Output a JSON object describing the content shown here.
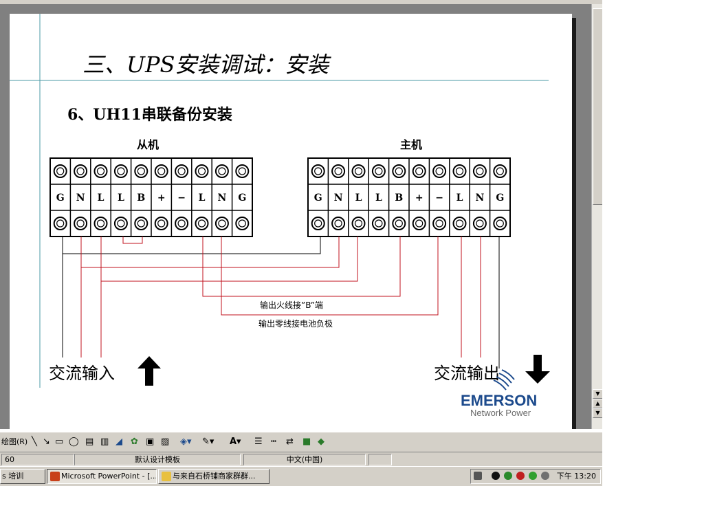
{
  "slide": {
    "title": "三、UPS安装调试：安装",
    "subtitle": "6、UH11串联备份安装",
    "left_unit_label": "从机",
    "right_unit_label": "主机",
    "left_terminals": [
      "G",
      "N",
      "L",
      "L",
      "B",
      "+",
      "−",
      "L",
      "N",
      "G"
    ],
    "right_terminals": [
      "G",
      "N",
      "L",
      "L",
      "B",
      "+",
      "−",
      "L",
      "N",
      "G"
    ],
    "note_fire": "输出火线接”B”端",
    "note_neutral": "输出零线接电池负极",
    "ac_input_label": "交流输入",
    "ac_output_label": "交流输出",
    "brand_name": "EMERSON",
    "brand_sub": "Network Power",
    "colors": {
      "title_line": "#4a9aa5",
      "wire_red": "#c0101c",
      "wire_black": "#000000",
      "brand_blue": "#1c4a8c",
      "brand_gray": "#6a6a6a"
    }
  },
  "drawing_toolbar": {
    "draw_menu": "绘图(R)",
    "tools": [
      "line-icon",
      "arrow-icon",
      "rectangle-icon",
      "oval-icon",
      "textbox-icon",
      "vertical-textbox-icon",
      "wordart-icon",
      "diagram-icon",
      "clipart-icon",
      "picture-icon",
      "fill-color-icon",
      "line-color-icon",
      "font-color-icon",
      "line-style-icon",
      "dash-style-icon",
      "arrow-style-icon",
      "shadow-icon",
      "3d-icon"
    ]
  },
  "status_bar": {
    "slide_info": "60",
    "design_template": "默认设计模板",
    "language": "中文(中国)"
  },
  "taskbar": {
    "tasks": [
      {
        "label": "s 培训",
        "active": false
      },
      {
        "label": "Microsoft PowerPoint - [...",
        "active": true
      },
      {
        "label": "与来自石桥铺商家群群...",
        "active": false
      }
    ],
    "clock": "下午 13:20"
  }
}
